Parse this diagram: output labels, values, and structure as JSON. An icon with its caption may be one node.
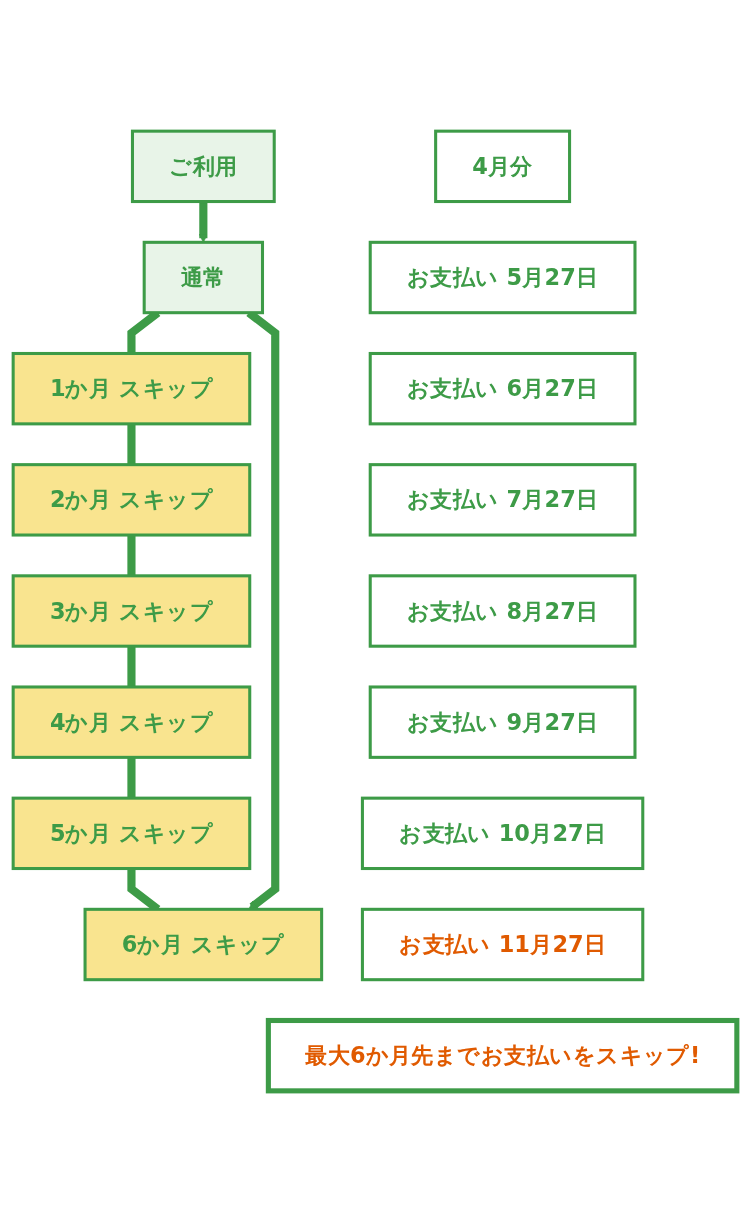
{
  "diagram": {
    "nodes": [
      {
        "text": [
          "ご利用"
        ]
      },
      {
        "text": [
          "4月分"
        ]
      },
      {
        "text": [
          "通常"
        ]
      },
      {
        "text": [
          "お支払い 5月27日"
        ]
      },
      {
        "text": [
          "1か月 スキップ"
        ]
      },
      {
        "text": [
          "お支払い 6月27日"
        ]
      },
      {
        "text": [
          "2か月 スキップ"
        ]
      },
      {
        "text": [
          "お支払い 7月27日"
        ]
      },
      {
        "text": [
          "3か月 スキップ"
        ]
      },
      {
        "text": [
          "お支払い 8月27日"
        ]
      },
      {
        "text": [
          "4か月 スキップ"
        ]
      },
      {
        "text": [
          "お支払い 9月27日"
        ]
      },
      {
        "text": [
          "5か月 スキップ"
        ]
      },
      {
        "text": [
          "お支払い 10月27日"
        ]
      },
      {
        "text": [
          "6か月 スキップ"
        ]
      },
      {
        "text": [
          "お支払い 11月27日"
        ]
      },
      {
        "text": [
          "最大6か月先までお支払いをスキップ!"
        ]
      }
    ],
    "edges": [
      {
        "from": 0,
        "to": 2,
        "arrow": "to"
      },
      {
        "from": 2,
        "to": 4,
        "arrow": "none"
      },
      {
        "from": 4,
        "to": 6,
        "arrow": "none"
      },
      {
        "from": 6,
        "to": 8,
        "arrow": "none"
      },
      {
        "from": 8,
        "to": 10,
        "arrow": "none"
      },
      {
        "from": 10,
        "to": 12,
        "arrow": "none"
      },
      {
        "from": 12,
        "to": 14,
        "arrow": "none"
      },
      {
        "from": 2,
        "to": 14,
        "arrow": "to"
      }
    ]
  }
}
